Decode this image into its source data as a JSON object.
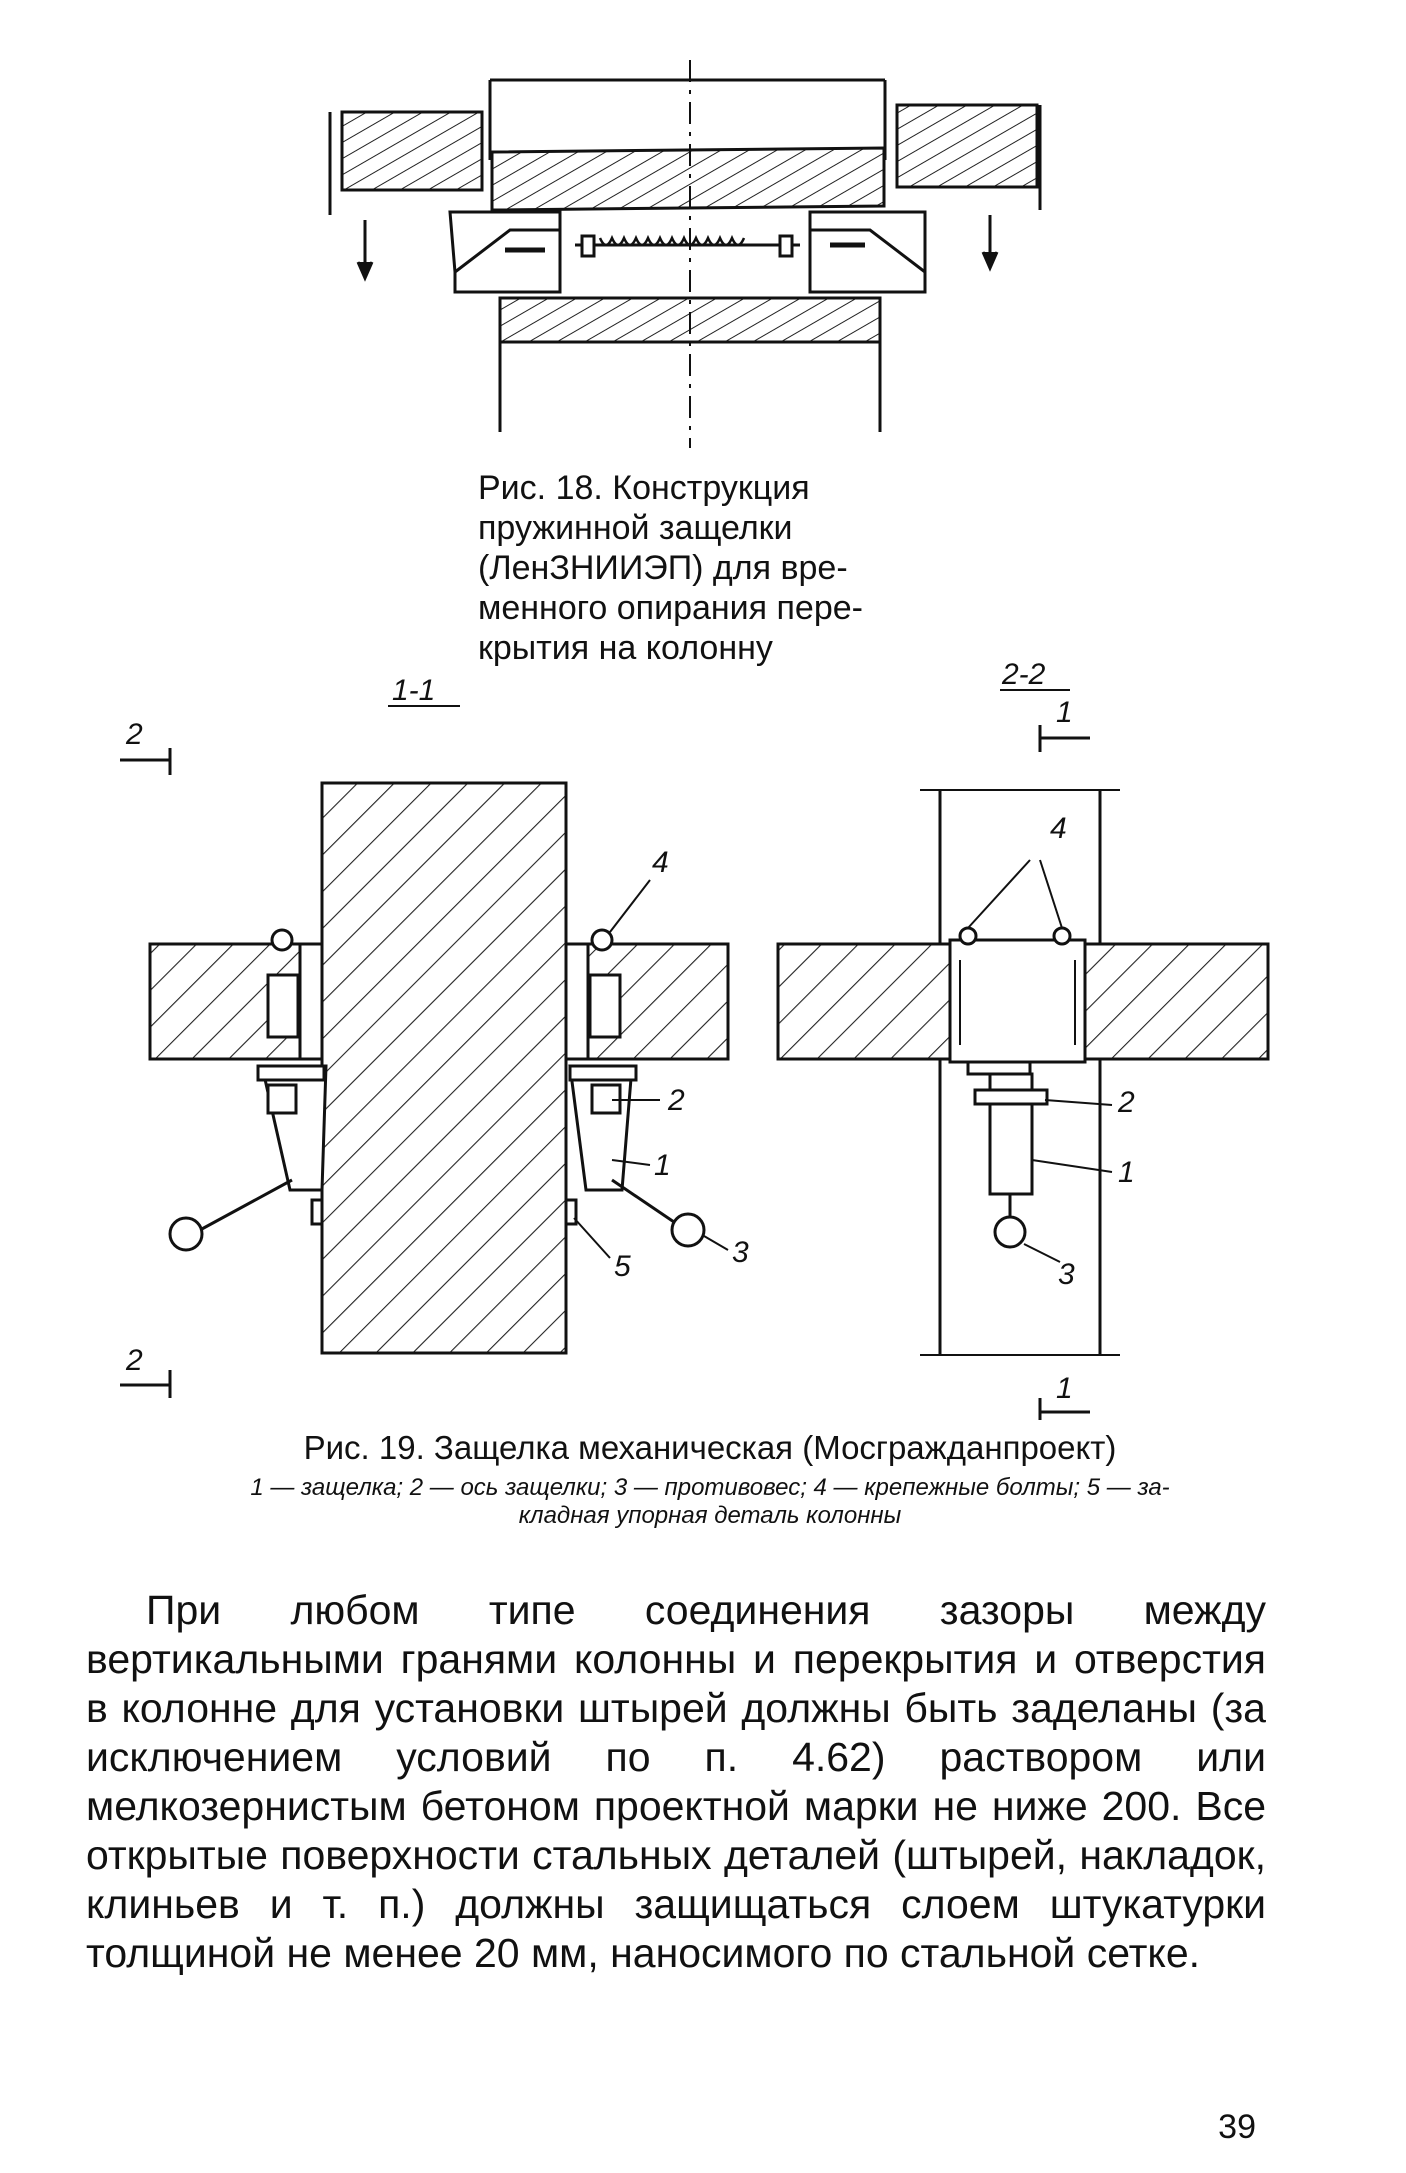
{
  "figure18": {
    "caption_lines": [
      "Рис. 18. Конструкция",
      "пружинной защелки",
      "(ЛенЗНИИЭП) для вре-",
      "менного опирания пере-",
      "крытия на колонну"
    ]
  },
  "figure19": {
    "section_labels": {
      "left_view": "1-1",
      "right_view": "2-2",
      "cut_2_top": "2",
      "cut_2_bottom": "2",
      "cut_1_top": "1",
      "cut_1_bottom": "1"
    },
    "callouts": {
      "latch": "1",
      "latch_axis": "2",
      "counterweight": "3",
      "bolts": "4",
      "embedded_part": "5"
    },
    "caption_title": "Рис. 19. Защелка механическая (Мосгражданпроект)",
    "caption_legend_line1": "1 — защелка; 2 — ось защелки; 3 — противовес; 4 — крепежные болты; 5 — за-",
    "caption_legend_line2": "кладная упорная деталь колонны"
  },
  "body_paragraph": "При любом типе соединения зазоры между вертикальными гранями колонны и перекрытия и отверстия в колонне для установки штырей должны быть заделаны (за исключением условий по п. 4.62) раствором или мелкозернистым бетоном проектной марки не ниже 200. Все открытые поверхности стальных деталей (штырей, накладок, клиньев и т. п.) должны защищаться слоем штукатурки толщиной не менее 20 мм, наносимого по стальной сетке.",
  "page_number": "39"
}
